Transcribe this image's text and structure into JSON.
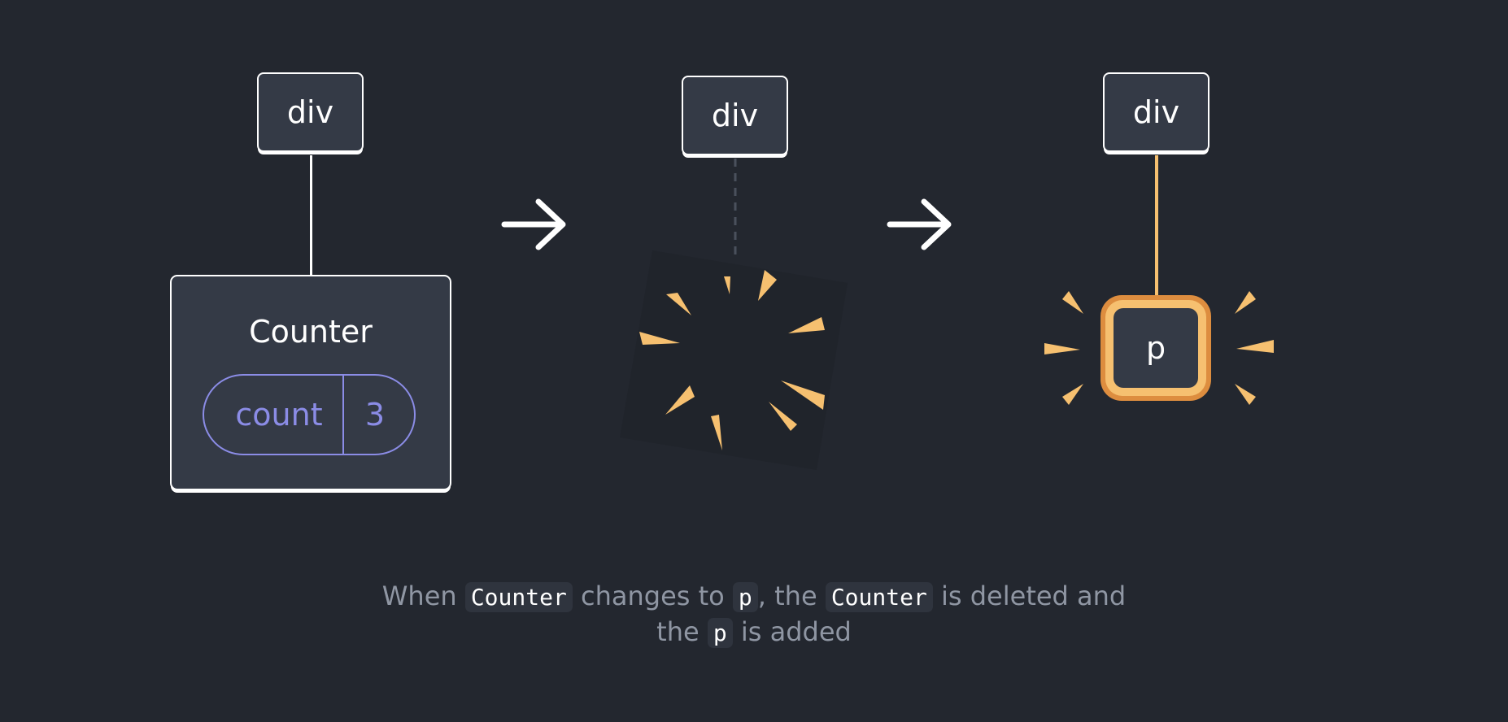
{
  "tree_before": {
    "root_label": "div",
    "component": {
      "name": "Counter",
      "state": {
        "key": "count",
        "value": "3"
      }
    }
  },
  "tree_middle": {
    "root_label": "div"
  },
  "tree_after": {
    "root_label": "div",
    "child_label": "p"
  },
  "caption": {
    "part1": "When",
    "code1": "Counter",
    "part2": "changes to",
    "code2": "p",
    "part3": ", the",
    "code3": "Counter",
    "part4": "is deleted and",
    "part5": "the",
    "code4": "p",
    "part6": "is added"
  },
  "icons": {
    "arrow": "arrow-right-icon",
    "deleted_burst": "poof-burst-icon",
    "added_sparkle": "sparkle-icon"
  },
  "colors": {
    "background": "#23272f",
    "node_fill": "#343a46",
    "state_accent": "#8b8ce6",
    "highlight_gold": "#f6c070",
    "highlight_orange": "#dd8d3f",
    "caption_text": "#8f96a3"
  }
}
